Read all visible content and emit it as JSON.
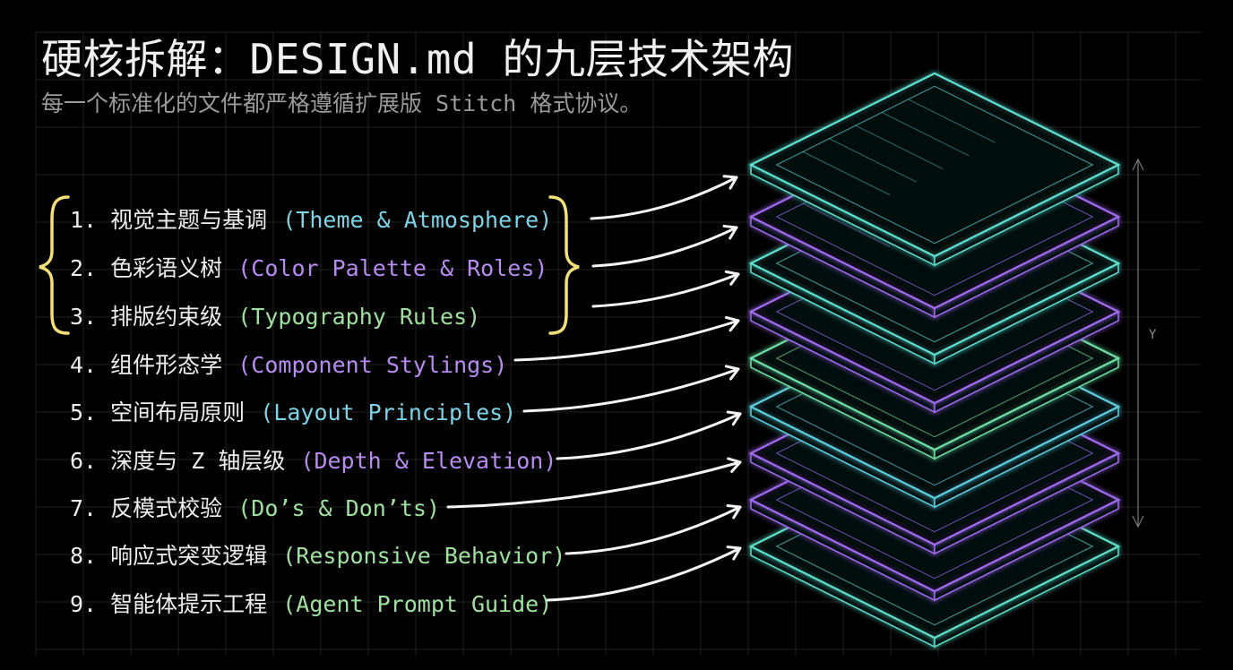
{
  "header": {
    "title": "硬核拆解：DESIGN.md 的九层技术架构",
    "subtitle": "每一个标准化的文件都严格遵循扩展版 Stitch 格式协议。"
  },
  "layers": [
    {
      "num": "1.",
      "zh": "视觉主题与基调",
      "en": "(Theme & Atmosphere)",
      "color": "#7fd3e6"
    },
    {
      "num": "2.",
      "zh": "色彩语义树",
      "en": "(Color Palette & Roles)",
      "color": "#b68cf0"
    },
    {
      "num": "3.",
      "zh": "排版约束级",
      "en": "(Typography Rules)",
      "color": "#9fe0a0"
    },
    {
      "num": "4.",
      "zh": "组件形态学",
      "en": "(Component Stylings)",
      "color": "#b68cf0"
    },
    {
      "num": "5.",
      "zh": "空间布局原则",
      "en": "(Layout Principles)",
      "color": "#7fd3e6"
    },
    {
      "num": "6.",
      "zh": "深度与 Z 轴层级",
      "en": "(Depth & Elevation)",
      "color": "#b68cf0"
    },
    {
      "num": "7.",
      "zh": "反模式校验",
      "en": "(Do’s & Don’ts)",
      "color": "#9fe0a0"
    },
    {
      "num": "8.",
      "zh": "响应式突变逻辑",
      "en": "(Responsive Behavior)",
      "color": "#9fe0a0"
    },
    {
      "num": "9.",
      "zh": "智能体提示工程",
      "en": "(Agent Prompt Guide)",
      "color": "#9fe0a0"
    }
  ],
  "stack": {
    "axis_label": "Y",
    "plate_colors": [
      "#5fe0d0",
      "#a06cf0",
      "#5fe0d0",
      "#a06cf0",
      "#6fe0a8",
      "#5fcfe0",
      "#a06cf0",
      "#a06cf0",
      "#5fe0c8"
    ]
  },
  "colors": {
    "brace": "#f2df7a",
    "arrow": "#f4f4f4",
    "background": "#000000"
  }
}
